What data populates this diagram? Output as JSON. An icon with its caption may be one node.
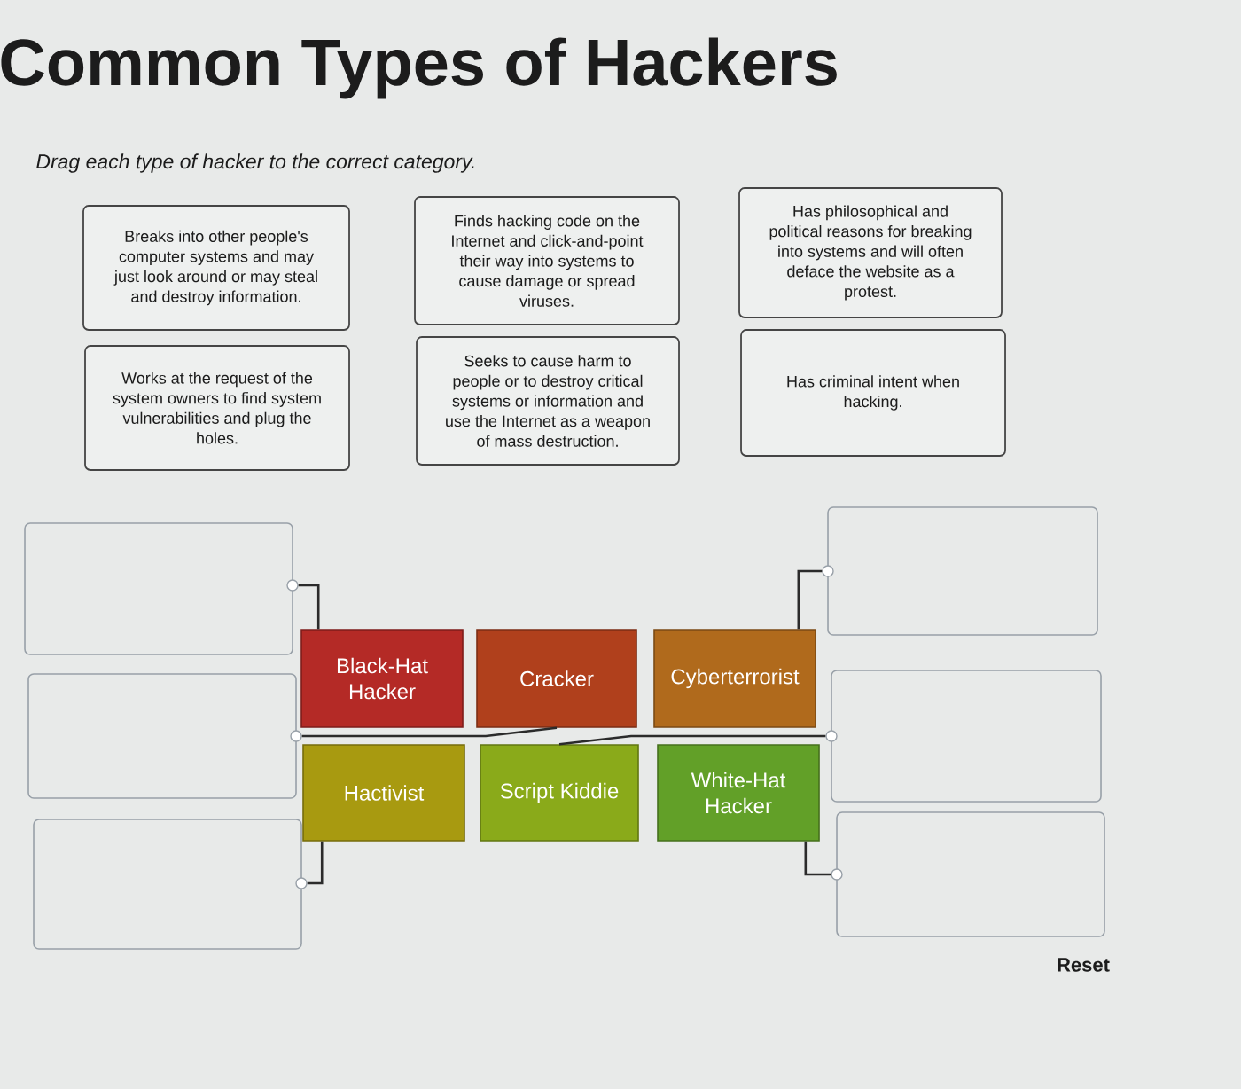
{
  "diagram": {
    "title": "Common Types of Hackers",
    "nodes": [
      {
        "text": [
          "Breaks into other people's computer systems and may just look around or may steal and destroy information."
        ]
      },
      {
        "text": [
          "Finds hacking code on the Internet and click-and-point their way into systems to cause damage or spread viruses."
        ]
      },
      {
        "text": [
          "Has philosophical and political reasons for breaking into systems and will often deface the website as a protest."
        ]
      },
      {
        "text": [
          "Works at the request of the system owners to find system vulnerabilities and plug the holes."
        ]
      },
      {
        "text": [
          "Seeks to cause harm to people or to destroy critical systems or information and use the Internet as a weapon of mass destruction."
        ]
      },
      {
        "text": [
          "Has criminal intent when hacking."
        ]
      },
      {
        "text": [],
        "shape": "box"
      },
      {
        "text": [],
        "shape": "box"
      },
      {
        "text": [],
        "shape": "box"
      },
      {
        "text": [
          "Black-Hat Hacker"
        ]
      },
      {
        "text": [
          "Cracker"
        ]
      },
      {
        "text": [
          "Cyberterrorist"
        ]
      },
      {
        "text": [
          "Hactivist"
        ]
      },
      {
        "text": [
          "Script Kiddie"
        ]
      },
      {
        "text": [
          "White-Hat Hacker"
        ]
      },
      {
        "text": [],
        "shape": "box"
      },
      {
        "text": [],
        "shape": "box"
      },
      {
        "text": [],
        "shape": "box"
      },
      {
        "text": [],
        "shape": "circle"
      },
      {
        "text": [],
        "shape": "circle"
      },
      {
        "text": [],
        "shape": "circle"
      },
      {
        "text": [],
        "shape": "circle"
      },
      {
        "text": [],
        "shape": "circle"
      },
      {
        "text": [],
        "shape": "circle"
      }
    ],
    "edges": [
      {
        "from": 9,
        "to": 18,
        "arrow": "none"
      },
      {
        "from": 10,
        "to": 19,
        "arrow": "none"
      },
      {
        "from": 12,
        "to": 20,
        "arrow": "none"
      },
      {
        "from": 11,
        "to": 21,
        "arrow": "none"
      },
      {
        "from": 13,
        "to": 22,
        "arrow": "none"
      },
      {
        "from": 14,
        "to": 23,
        "arrow": "none"
      }
    ],
    "labels": [
      "Drag each type of hacker to the correct category.",
      "Reset"
    ]
  }
}
